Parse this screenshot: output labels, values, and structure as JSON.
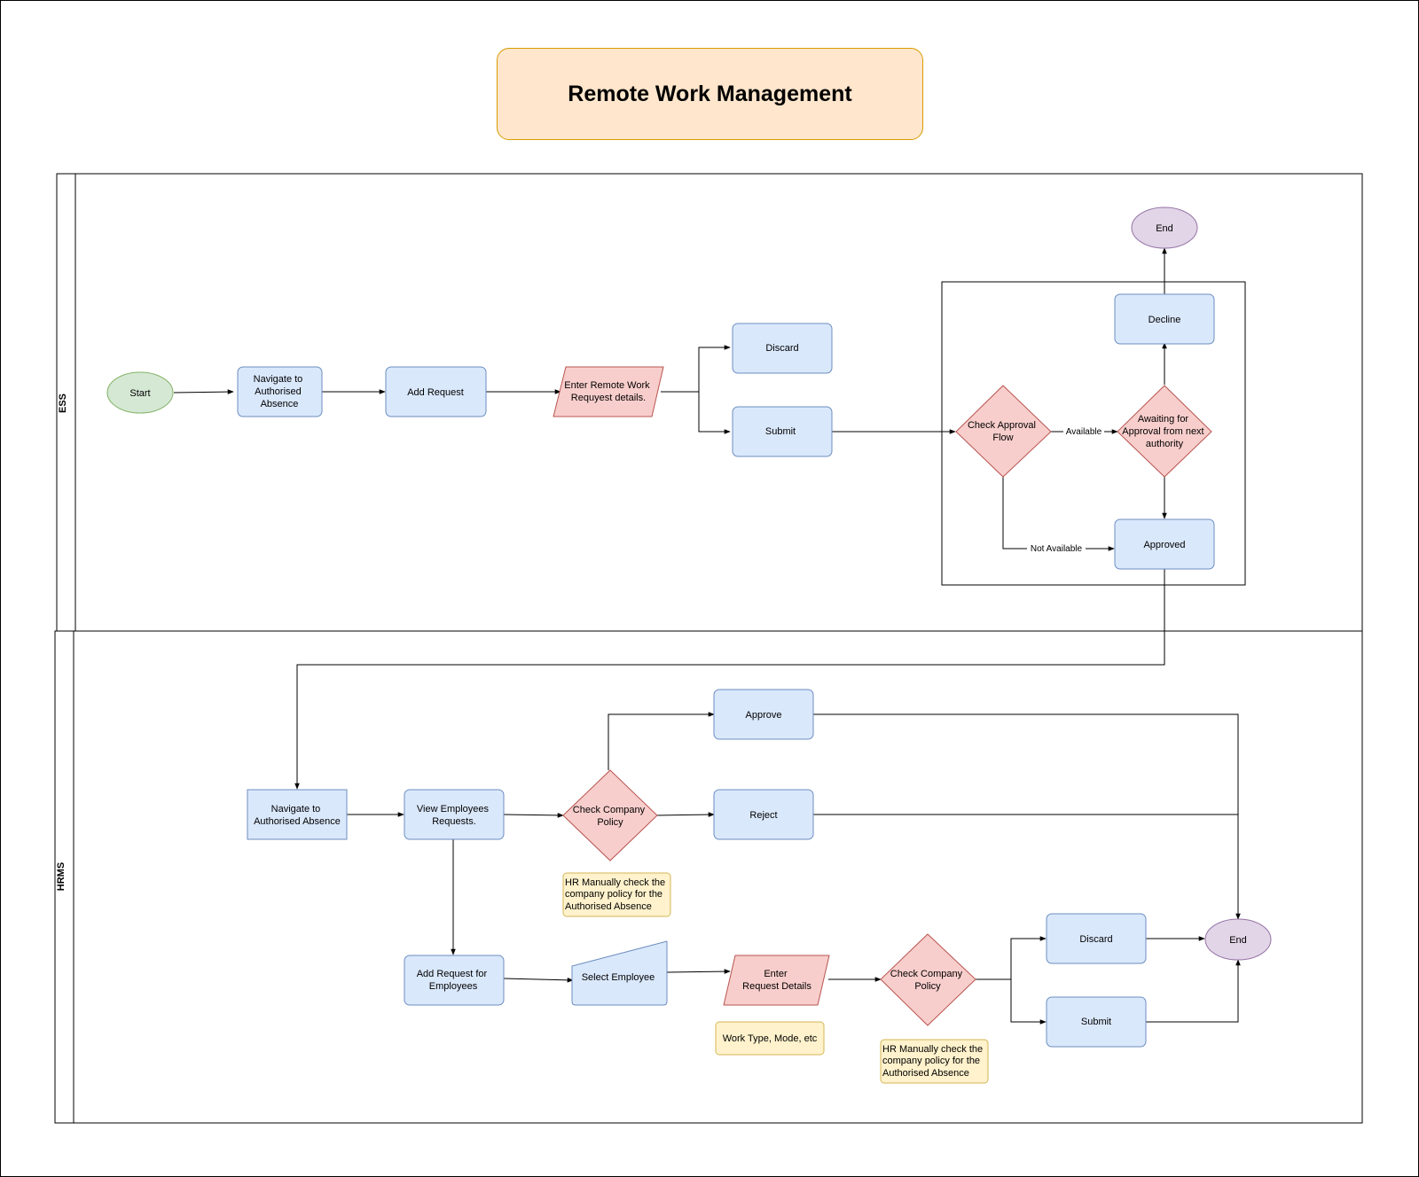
{
  "title": "Remote Work Management",
  "lanes": {
    "ess": "ESS",
    "hrms": "HRMS"
  },
  "ess": {
    "start": "Start",
    "navigate": [
      "Navigate to",
      "Authorised",
      "Absence"
    ],
    "add_request": "Add Request",
    "enter_details": [
      "Enter Remote Work",
      "Requyest details."
    ],
    "discard": "Discard",
    "submit": "Submit",
    "check_flow": [
      "Check Approval",
      "Flow"
    ],
    "available": "Available",
    "not_available": "Not Available",
    "awaiting": [
      "Awaiting for",
      "Approval from next",
      "authority"
    ],
    "decline": "Decline",
    "approved": "Approved",
    "end": "End"
  },
  "hrms": {
    "navigate": [
      "Navigate to",
      "Authorised Absence"
    ],
    "view_requests": [
      "View Employees",
      "Requests."
    ],
    "check_policy": [
      "Check Company",
      "Policy"
    ],
    "approve": "Approve",
    "reject": "Reject",
    "note_policy": [
      "HR Manually check the",
      "company policy for the",
      "Authorised Absence"
    ],
    "add_for_employees": [
      "Add Request for",
      "Employees"
    ],
    "select_employee": "Select Employee",
    "enter_details": [
      "Enter",
      "Request Details"
    ],
    "note_worktype": "Work Type, Mode, etc",
    "check_policy2": [
      "Check Company",
      "Policy"
    ],
    "note_policy2": [
      "HR Manually check the",
      "company policy for the",
      "Authorised Absence"
    ],
    "discard": "Discard",
    "submit": "Submit",
    "end": "End"
  },
  "colors": {
    "process_fill": "#dae8fc",
    "process_stroke": "#6c8ebf",
    "io_fill": "#f8cecc",
    "io_stroke": "#b85450",
    "start_fill": "#d5e8d4",
    "start_stroke": "#82b366",
    "end_fill": "#e1d5e7",
    "end_stroke": "#9673a6",
    "note_fill": "#fff2cc",
    "note_stroke": "#d6b656",
    "title_fill": "#ffe6cc",
    "title_stroke": "#d79b00"
  }
}
